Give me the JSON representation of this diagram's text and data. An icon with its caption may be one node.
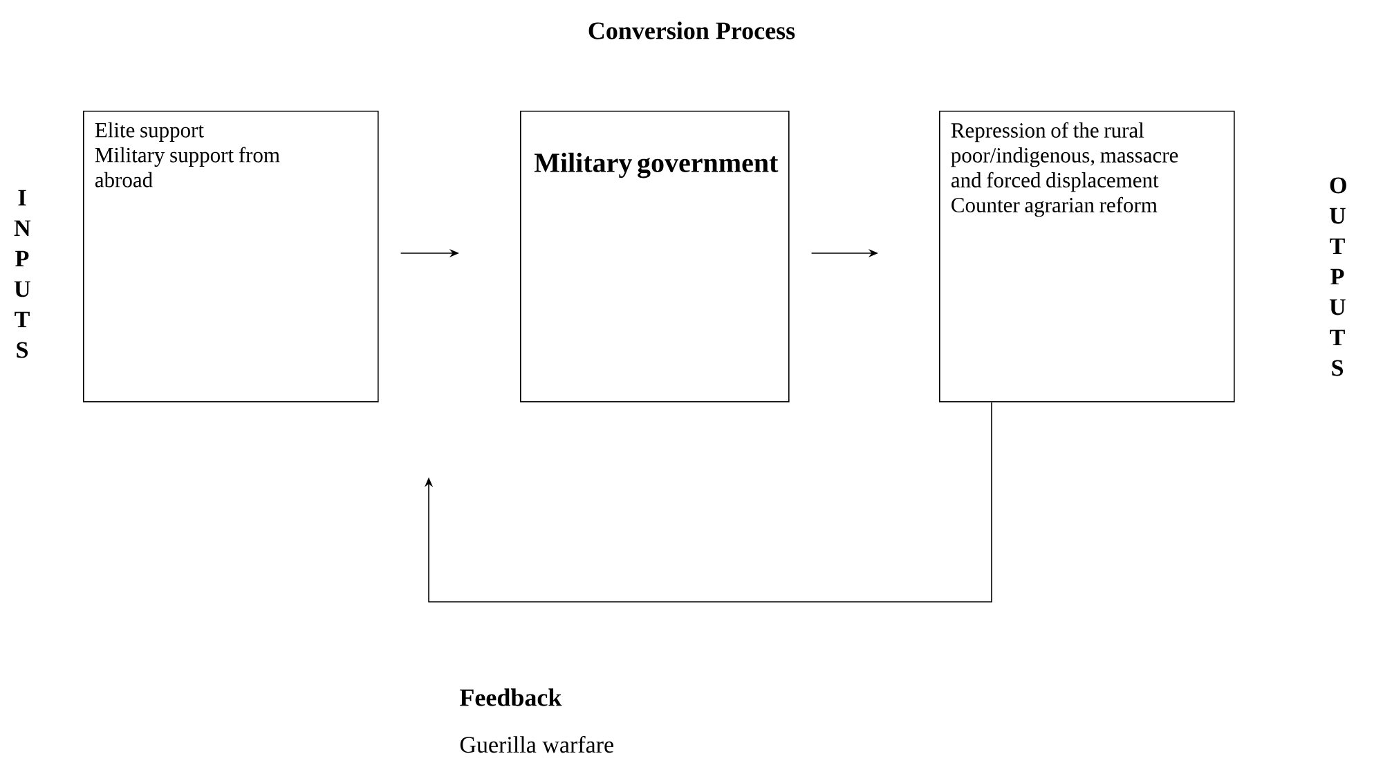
{
  "diagram": {
    "title": "Conversion Process",
    "nodes": [
      {
        "text": [
          "Elite support",
          "Military support from abroad"
        ]
      },
      {
        "text": [
          "Military government"
        ]
      },
      {
        "text": [
          "Repression of the rural poor/indigenous, massacre and forced displacement",
          "Counter agrarian reform"
        ]
      }
    ],
    "edges": [
      {
        "from": 0,
        "to": 1,
        "arrow": "to"
      },
      {
        "from": 1,
        "to": 2,
        "arrow": "to"
      },
      {
        "from": 2,
        "to": null,
        "arrow": "to"
      }
    ],
    "labels": [
      "I N P U T S",
      "O U T P U T S",
      "Feedback",
      "Guerilla warfare"
    ]
  }
}
